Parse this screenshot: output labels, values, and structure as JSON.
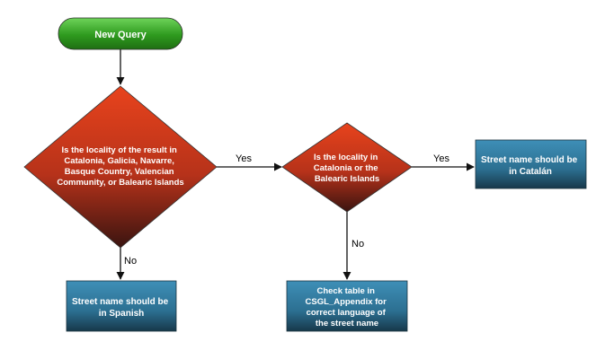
{
  "flowchart": {
    "start": {
      "label": "New Query"
    },
    "decision_region": {
      "lines": [
        "Is the locality of the result in",
        "Catalonia, Galicia, Navarre,",
        "Basque Country, Valencian",
        "Community, or Balearic Islands"
      ]
    },
    "decision_catalonia": {
      "lines": [
        "Is the locality in",
        "Catalonia or the",
        "Balearic Islands"
      ]
    },
    "result_catalan": {
      "lines": [
        "Street name should be",
        "in Catalán"
      ]
    },
    "result_spanish": {
      "lines": [
        "Street name should be",
        "in Spanish"
      ]
    },
    "result_check_table": {
      "lines": [
        "Check table in",
        "CSGL_Appendix for",
        "correct language of",
        "the street name"
      ]
    },
    "edges": {
      "region_yes": "Yes",
      "region_no": "No",
      "catalonia_yes": "Yes",
      "catalonia_no": "No"
    },
    "colors": {
      "start_fill": "#2e9a1e",
      "decision_fill": "#c8381a",
      "box_fill": "#2c7396",
      "edge": "#111111"
    }
  }
}
